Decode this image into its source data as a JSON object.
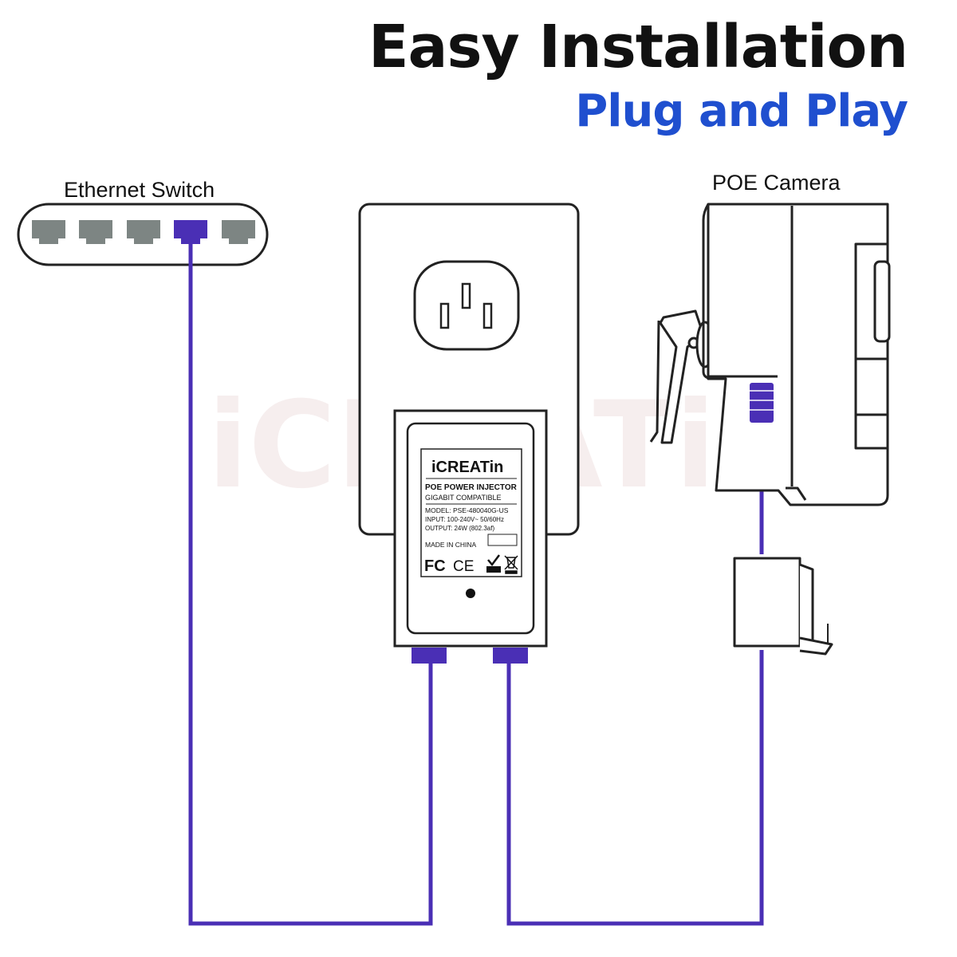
{
  "header": {
    "title": "Easy Installation",
    "subtitle": "Plug and Play"
  },
  "labels": {
    "switch": "Ethernet Switch",
    "camera": "POE Camera"
  },
  "watermark": "iCREATin",
  "injector_label": {
    "brand": "iCREATin",
    "line1": "POE POWER INJECTOR",
    "line2": "GIGABIT COMPATIBLE",
    "model": "MODEL: PSE-480040G-US",
    "input": "INPUT: 100-240V~ 50/60Hz",
    "output": "OUTPUT: 24W (802.3af)",
    "origin": "MADE IN CHINA",
    "marks": [
      "FC",
      "CE"
    ]
  },
  "colors": {
    "cable": "#4a2fb5",
    "subtitle": "#1f4fcf",
    "port_idle": "#7d8583",
    "port_active": "#4a2fb5",
    "title": "#111111"
  },
  "icons": [
    "ethernet-port-icon",
    "power-outlet-icon",
    "poe-injector-icon",
    "poe-camera-icon",
    "rj45-connector-icon"
  ]
}
